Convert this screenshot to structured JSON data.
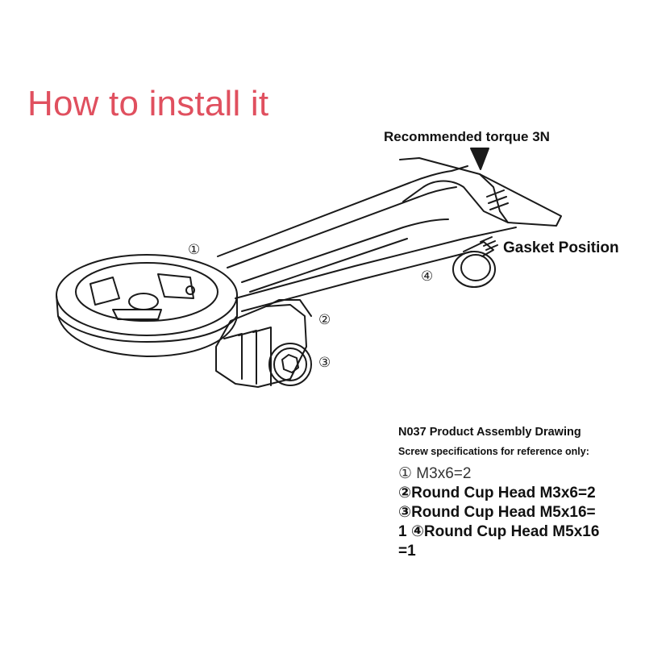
{
  "title": "How to install it",
  "torque_label": "Recommended torque 3N",
  "gasket_label": "Gasket Position",
  "callouts": {
    "c1": "①",
    "c2": "②",
    "c3": "③",
    "c4": "④"
  },
  "specs": {
    "title": "N037 Product Assembly Drawing",
    "subtitle": "Screw specifications for reference only:",
    "line1": "① M3x6=2",
    "line2": "②Round Cup Head M3x6=2",
    "line3": "③Round Cup Head M5x16=",
    "line4": "1 ④Round Cup Head M5x16",
    "line5": "=1"
  },
  "colors": {
    "title": "#e0505f",
    "ink": "#111111"
  }
}
